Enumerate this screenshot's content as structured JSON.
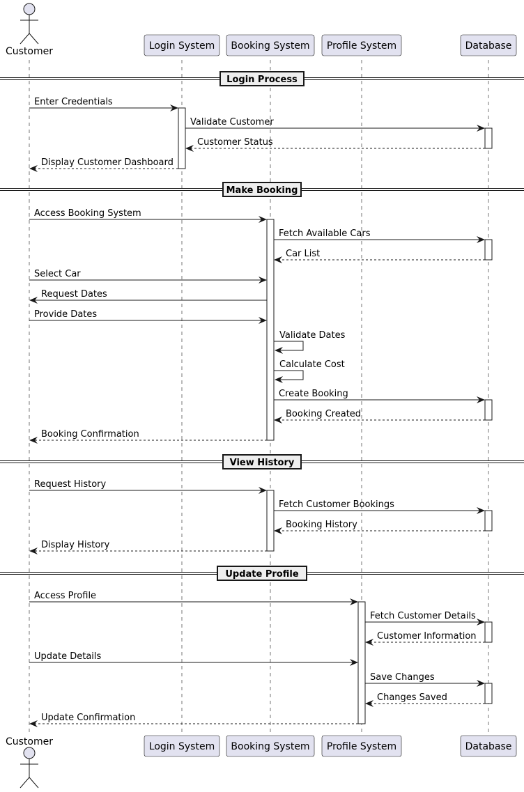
{
  "diagram": {
    "participants": [
      {
        "id": "customer",
        "label": "Customer",
        "kind": "actor"
      },
      {
        "id": "login",
        "label": "Login System",
        "kind": "box"
      },
      {
        "id": "booking",
        "label": "Booking System",
        "kind": "box"
      },
      {
        "id": "profile",
        "label": "Profile System",
        "kind": "box"
      },
      {
        "id": "database",
        "label": "Database",
        "kind": "box"
      }
    ],
    "groups": [
      {
        "title": "Login Process"
      },
      {
        "title": "Make Booking"
      },
      {
        "title": "View History"
      },
      {
        "title": "Update Profile"
      }
    ],
    "messages": [
      {
        "from": "customer",
        "to": "login",
        "label": "Enter Credentials",
        "style": "solid"
      },
      {
        "from": "login",
        "to": "database",
        "label": "Validate Customer",
        "style": "solid"
      },
      {
        "from": "database",
        "to": "login",
        "label": "Customer Status",
        "style": "dashed"
      },
      {
        "from": "login",
        "to": "customer",
        "label": "Display Customer Dashboard",
        "style": "dashed"
      },
      {
        "from": "customer",
        "to": "booking",
        "label": "Access Booking System",
        "style": "solid"
      },
      {
        "from": "booking",
        "to": "database",
        "label": "Fetch Available Cars",
        "style": "solid"
      },
      {
        "from": "database",
        "to": "booking",
        "label": "Car List",
        "style": "dashed"
      },
      {
        "from": "customer",
        "to": "booking",
        "label": "Select Car",
        "style": "solid"
      },
      {
        "from": "booking",
        "to": "customer",
        "label": "Request Dates",
        "style": "solid"
      },
      {
        "from": "customer",
        "to": "booking",
        "label": "Provide Dates",
        "style": "solid"
      },
      {
        "from": "booking",
        "to": "booking",
        "label": "Validate Dates",
        "style": "solid"
      },
      {
        "from": "booking",
        "to": "booking",
        "label": "Calculate Cost",
        "style": "solid"
      },
      {
        "from": "booking",
        "to": "database",
        "label": "Create Booking",
        "style": "solid"
      },
      {
        "from": "database",
        "to": "booking",
        "label": "Booking Created",
        "style": "dashed"
      },
      {
        "from": "booking",
        "to": "customer",
        "label": "Booking Confirmation",
        "style": "dashed"
      },
      {
        "from": "customer",
        "to": "booking",
        "label": "Request History",
        "style": "solid"
      },
      {
        "from": "booking",
        "to": "database",
        "label": "Fetch Customer Bookings",
        "style": "solid"
      },
      {
        "from": "database",
        "to": "booking",
        "label": "Booking History",
        "style": "dashed"
      },
      {
        "from": "booking",
        "to": "customer",
        "label": "Display History",
        "style": "dashed"
      },
      {
        "from": "customer",
        "to": "profile",
        "label": "Access Profile",
        "style": "solid"
      },
      {
        "from": "profile",
        "to": "database",
        "label": "Fetch Customer Details",
        "style": "solid"
      },
      {
        "from": "database",
        "to": "profile",
        "label": "Customer Information",
        "style": "dashed"
      },
      {
        "from": "customer",
        "to": "profile",
        "label": "Update Details",
        "style": "solid"
      },
      {
        "from": "profile",
        "to": "database",
        "label": "Save Changes",
        "style": "solid"
      },
      {
        "from": "database",
        "to": "profile",
        "label": "Changes Saved",
        "style": "dashed"
      },
      {
        "from": "profile",
        "to": "customer",
        "label": "Update Confirmation",
        "style": "dashed"
      }
    ]
  },
  "colors": {
    "participant_fill": "#E2E2F0",
    "participant_border": "#181818",
    "line": "#181818",
    "lifeline": "#181818",
    "activation_fill": "#FFFFFF",
    "group_fill": "#EEEEEE",
    "text": "#000000"
  }
}
